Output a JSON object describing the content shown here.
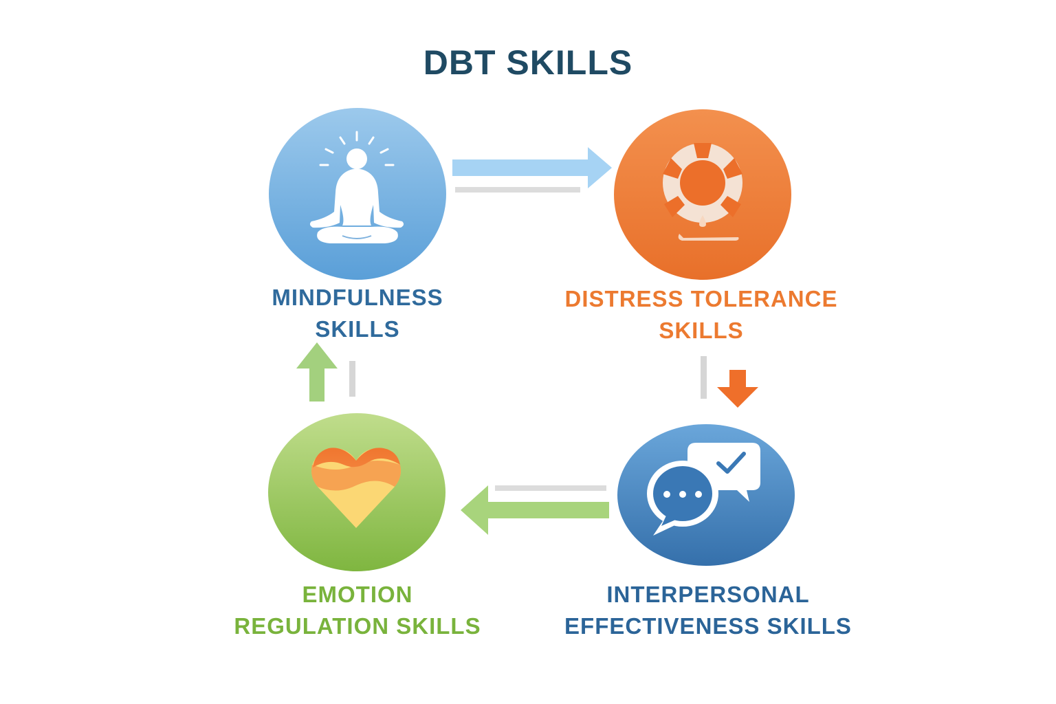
{
  "title": "DBT SKILLS",
  "nodes": [
    {
      "id": "mindfulness",
      "icon": "meditation-icon",
      "color": "#6aaee0",
      "label_lines": [
        "MINDFULNESS",
        "SKILLS"
      ]
    },
    {
      "id": "distress-tolerance",
      "icon": "lifebuoy-icon",
      "color": "#ee7a33",
      "label_lines": [
        "DISTRESS TOLERANCE",
        "SKILLS"
      ]
    },
    {
      "id": "interpersonal-effectiveness",
      "icon": "chat-bubbles-icon",
      "color": "#3f7fbf",
      "label_lines": [
        "INTERPERSONAL",
        "EFFECTIVENESS SKILLS"
      ]
    },
    {
      "id": "emotion-regulation",
      "icon": "heart-icon",
      "color": "#8cc04e",
      "label_lines": [
        "EMOTION",
        "REGULATION SKILLS"
      ]
    }
  ],
  "edges": [
    {
      "from": "mindfulness",
      "to": "distress-tolerance",
      "color": "#9fd0f3"
    },
    {
      "from": "distress-tolerance",
      "to": "interpersonal-effectiveness",
      "color": "#ef6f2a"
    },
    {
      "from": "interpersonal-effectiveness",
      "to": "emotion-regulation",
      "color": "#a5d27a"
    },
    {
      "from": "emotion-regulation",
      "to": "mindfulness",
      "color": "#9fd07a"
    }
  ]
}
